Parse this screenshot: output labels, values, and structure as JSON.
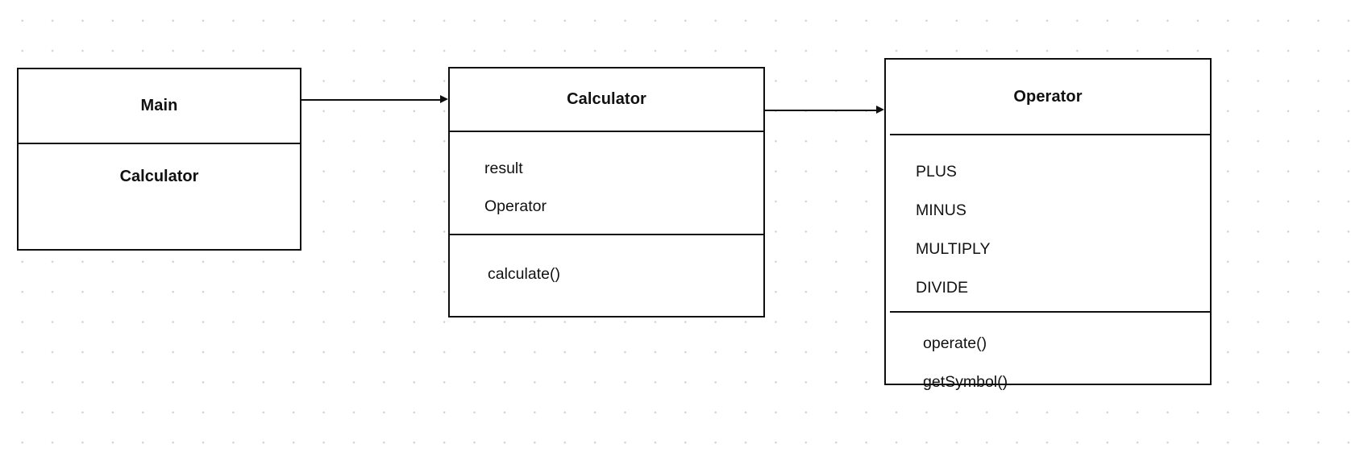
{
  "diagram": {
    "type": "uml-class-diagram",
    "background": "#ffffff",
    "grid_dot_color": "#d2d2d4",
    "stroke_color": "#0f0f0f",
    "classes": [
      {
        "id": "main",
        "name": "Main",
        "compartments": [
          {
            "kind": "attributes",
            "members": [
              "Calculator"
            ]
          }
        ]
      },
      {
        "id": "calculator",
        "name": "Calculator",
        "compartments": [
          {
            "kind": "attributes",
            "members": [
              "result",
              "Operator"
            ]
          },
          {
            "kind": "operations",
            "members": [
              "calculate()"
            ]
          }
        ]
      },
      {
        "id": "operator",
        "name": "Operator",
        "compartments": [
          {
            "kind": "constants",
            "members": [
              "PLUS",
              "MINUS",
              "MULTIPLY",
              "DIVIDE"
            ]
          },
          {
            "kind": "operations",
            "members": [
              "operate()",
              "getSymbol()"
            ]
          }
        ]
      }
    ],
    "connectors": [
      {
        "id": "main-to-calculator",
        "from": "Main",
        "to": "Calculator",
        "style": "solid-arrow"
      },
      {
        "id": "calculator-to-operator",
        "from": "Calculator",
        "to": "Operator",
        "style": "solid-arrow"
      }
    ]
  }
}
